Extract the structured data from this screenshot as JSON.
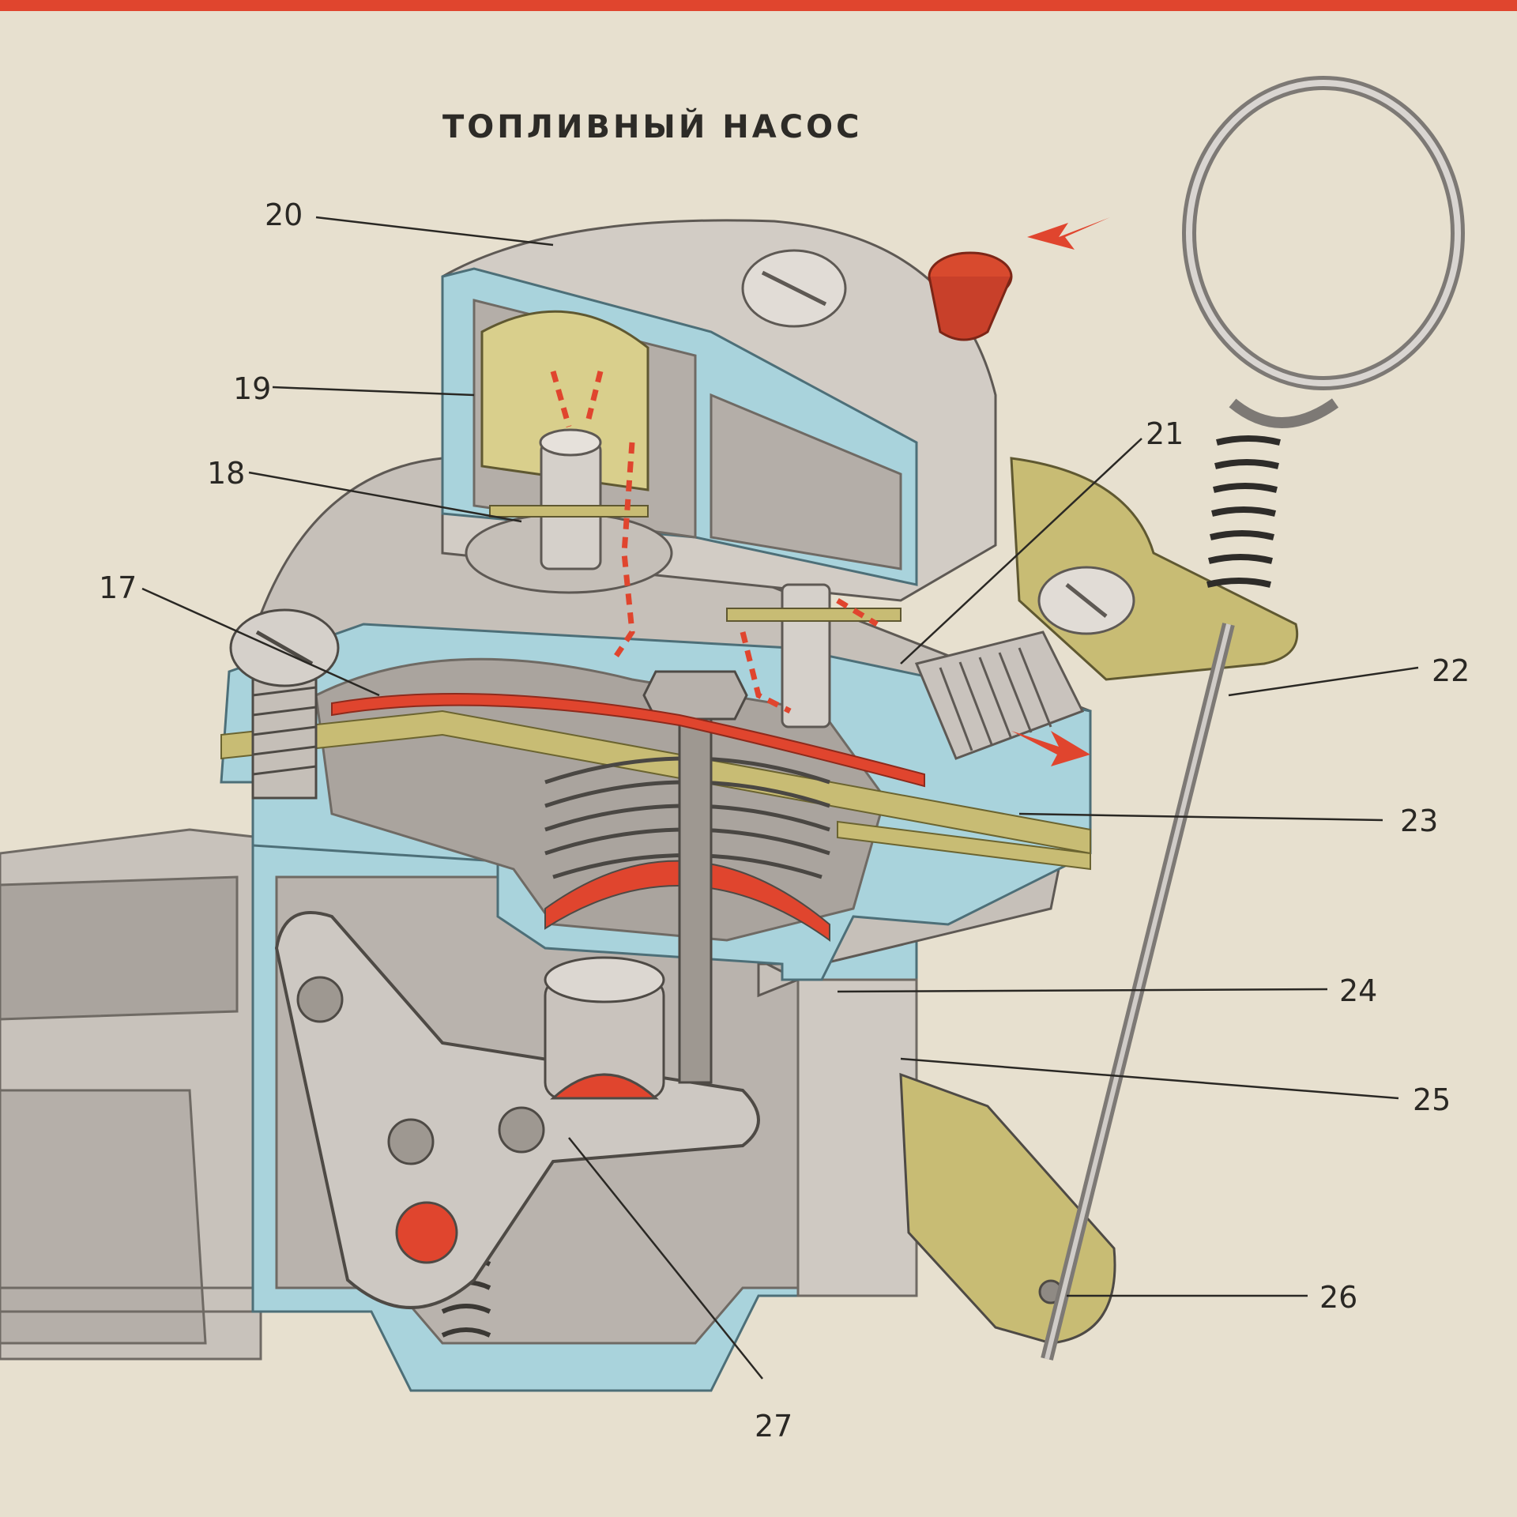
{
  "title": "ТОПЛИВНЫЙ НАСОС",
  "colors": {
    "paper": "#e7e0cf",
    "accent_red": "#e0452e",
    "cutaway_blue": "#a9d3dc",
    "metal_grey": "#b9b3ad",
    "gasket_olive": "#c8bc74",
    "ink": "#2a2824"
  },
  "labels": {
    "n17": "17",
    "n18": "18",
    "n19": "19",
    "n20": "20",
    "n21": "21",
    "n22": "22",
    "n23": "23",
    "n24": "24",
    "n25": "25",
    "n26": "26",
    "n27": "27"
  }
}
